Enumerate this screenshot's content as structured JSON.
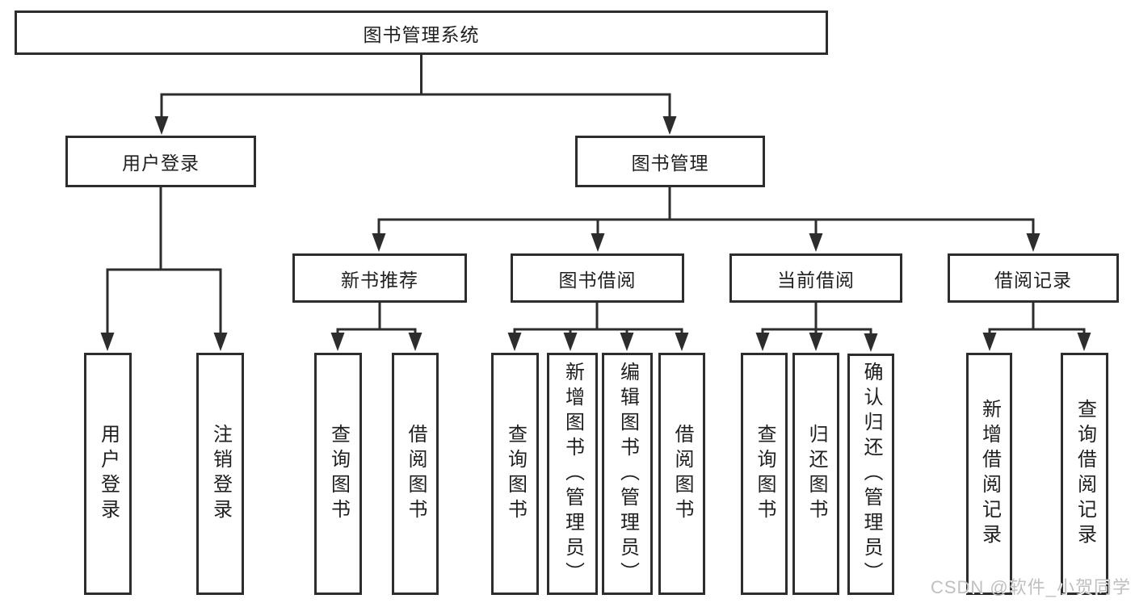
{
  "tree": {
    "label": "图书管理系统",
    "children": [
      {
        "label": "用户登录",
        "children": [
          {
            "label": "用户登录"
          },
          {
            "label": "注销登录"
          }
        ]
      },
      {
        "label": "图书管理",
        "children": [
          {
            "label": "新书推荐",
            "children": [
              {
                "label": "查询图书"
              },
              {
                "label": "借阅图书"
              }
            ]
          },
          {
            "label": "图书借阅",
            "children": [
              {
                "label": "查询图书"
              },
              {
                "label": "新增图书（管理员）"
              },
              {
                "label": "编辑图书（管理员）"
              },
              {
                "label": "借阅图书"
              }
            ]
          },
          {
            "label": "当前借阅",
            "children": [
              {
                "label": "查询图书"
              },
              {
                "label": "归还图书"
              },
              {
                "label": "确认归还（管理员）"
              }
            ]
          },
          {
            "label": "借阅记录",
            "children": [
              {
                "label": "新增借阅记录"
              },
              {
                "label": "查询借阅记录"
              }
            ]
          }
        ]
      }
    ]
  },
  "watermark": "CSDN @软件_小贺同学",
  "colors": {
    "line": "#2d2d2d",
    "text": "#1f1f1f",
    "background": "#ffffff",
    "watermark": "#c0c0c0"
  }
}
